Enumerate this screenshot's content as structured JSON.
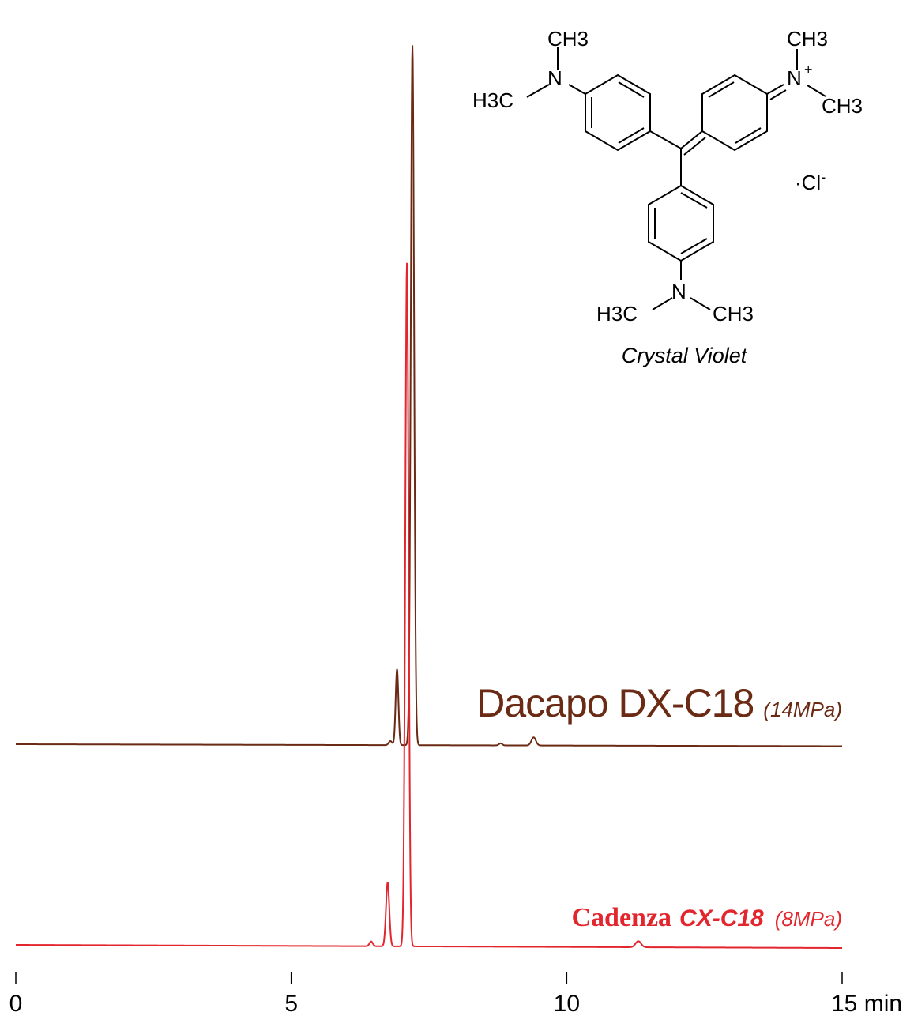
{
  "chart_data": {
    "type": "line",
    "x_unit": "min",
    "xlim": [
      0,
      15
    ],
    "x_ticks": [
      0,
      5,
      10,
      15
    ],
    "x_tick_labels": [
      "0",
      "5",
      "10",
      "15 min"
    ],
    "grid": false,
    "compound_name": "Crystal Violet",
    "structure_labels": {
      "top_ch3": "CH3",
      "top_h3c": "H3C",
      "top_n": "N",
      "right_ch3_top": "CH3",
      "right_n": "N",
      "right_plus": "+",
      "right_ch3_bottom": "CH3",
      "counter_ion": "·Cl",
      "counter_ion_charge": "-",
      "bottom_n": "N",
      "bottom_h3c": "H3C",
      "bottom_ch3": "CH3"
    },
    "series": [
      {
        "name": "Dacapo DX-C18",
        "pressure": "(14MPa)",
        "color": "#6a2a14",
        "baseline_level": 0.55,
        "peaks": [
          {
            "x": 6.8,
            "height": 0.3,
            "width": 0.03
          },
          {
            "x": 6.92,
            "height": 5.6,
            "width": 0.025
          },
          {
            "x": 7.2,
            "height": 51.5,
            "width": 0.03
          },
          {
            "x": 8.8,
            "height": 0.15,
            "width": 0.03
          },
          {
            "x": 9.4,
            "height": 0.6,
            "width": 0.04
          }
        ]
      },
      {
        "name_part1": "Cadenza",
        "name_part2": "CX-C18",
        "pressure": "(8MPa)",
        "color": "#e3262d",
        "baseline_level": 0.25,
        "peaks": [
          {
            "x": 6.45,
            "height": 0.35,
            "width": 0.03
          },
          {
            "x": 6.75,
            "height": 4.7,
            "width": 0.03
          },
          {
            "x": 7.1,
            "height": 50.3,
            "width": 0.03
          },
          {
            "x": 11.3,
            "height": 0.45,
            "width": 0.05
          }
        ]
      }
    ]
  }
}
